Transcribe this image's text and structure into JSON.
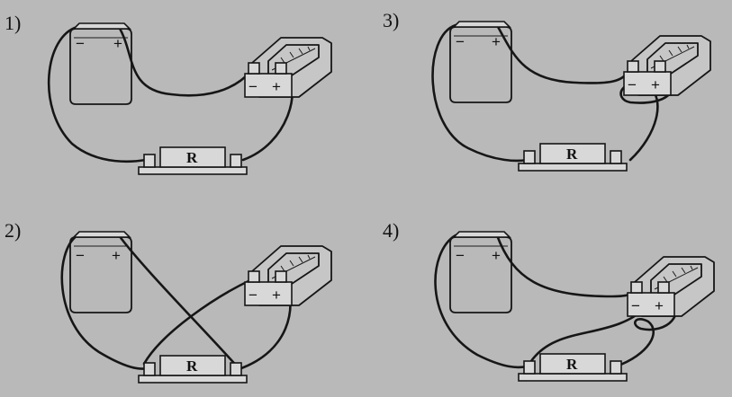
{
  "panels": [
    {
      "id": 1,
      "label": "1)"
    },
    {
      "id": 2,
      "label": "2)"
    },
    {
      "id": 3,
      "label": "3)"
    },
    {
      "id": 4,
      "label": "4)"
    }
  ],
  "battery": {
    "minus": "−",
    "plus": "+"
  },
  "meter": {
    "minus": "−",
    "plus": "+"
  },
  "resistor": {
    "label": "R"
  },
  "colors": {
    "background": "#b9b9b9",
    "ink": "#161616"
  }
}
